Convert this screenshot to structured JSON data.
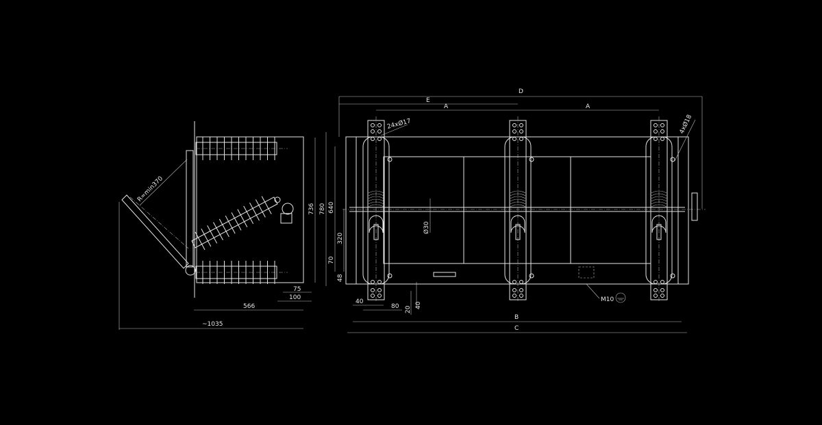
{
  "side_view": {
    "radius": "R=min370",
    "dims": {
      "d736": "736",
      "d780": "780",
      "d640": "640",
      "d320": "320",
      "d70": "70",
      "d48": "48",
      "d75": "75",
      "d100": "100",
      "d566": "566",
      "d1035": "~1035"
    }
  },
  "front_view": {
    "dims": {
      "D": "D",
      "E": "E",
      "A1": "A",
      "A2": "A",
      "B": "B",
      "C": "C",
      "holes_terminal": "24xØ17",
      "holes_mount": "4xØ18",
      "shaft": "Ø30",
      "d40a": "40",
      "d80": "80",
      "d20": "20",
      "d40b": "40",
      "ground": "M10"
    }
  },
  "colors": {
    "background": "#000000",
    "lines": "#e6e6e6"
  }
}
